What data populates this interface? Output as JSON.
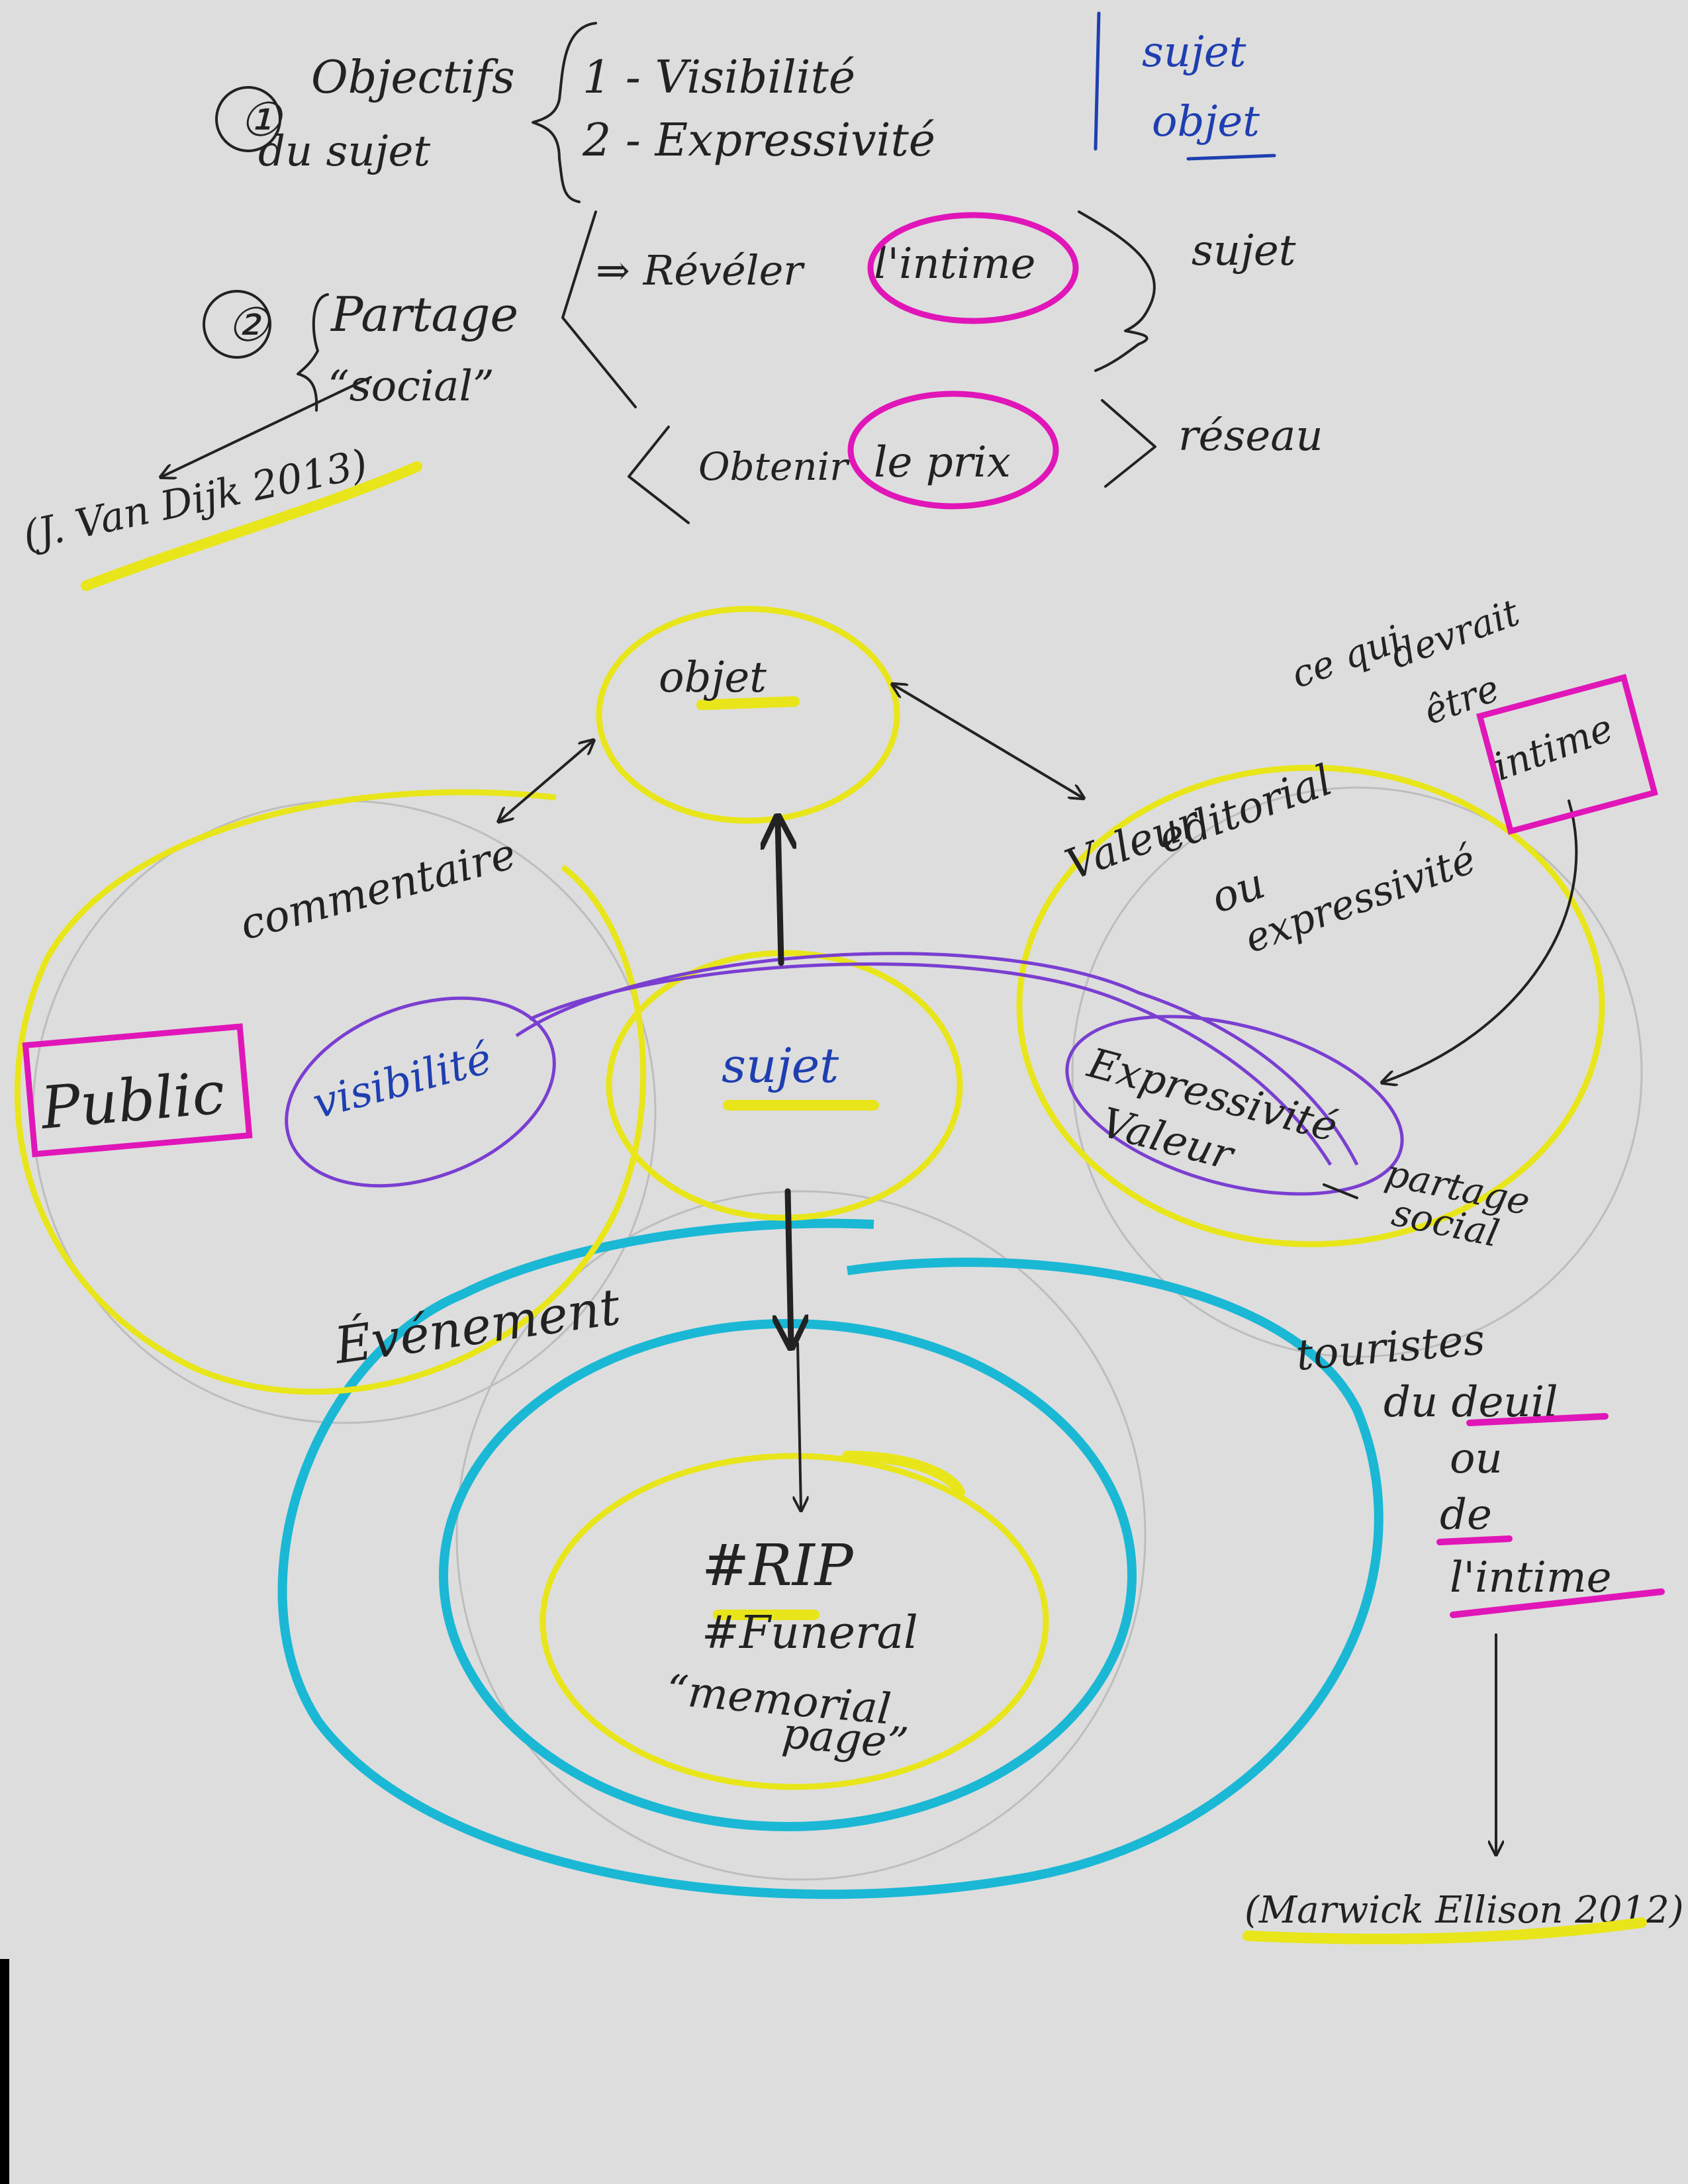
{
  "header": {
    "n1": "①",
    "objectifs_line1": "Objectifs",
    "objectifs_line2": "du sujet",
    "item1": "1 - Visibilité",
    "item2": "2 - Expressivité",
    "side_sujet": "sujet",
    "side_objet": "objet",
    "n2": "②",
    "partage": "Partage",
    "social": "“social”",
    "reveler": "⇒ Révéler",
    "intime": "l'intime",
    "sujet_right": "sujet",
    "obtenir": "Obtenir",
    "le_prix": "le prix",
    "reseau": "réseau",
    "citation_van_dijk": "(J. Van Dijk 2013)"
  },
  "diagram": {
    "objet": "objet",
    "sujet": "sujet",
    "commentaire": "commentaire",
    "public": "Public",
    "visibilite": "visibilité",
    "valeur_editorial_1": "Valeur",
    "valeur_editorial_2": "editorial",
    "valeur_editorial_3": "ou",
    "valeur_editorial_4": "expressivité",
    "ce_qui_1": "ce qui",
    "ce_qui_2": "devrait",
    "ce_qui_3": "être",
    "intime_box": "intime",
    "expressivite": "Expressivité",
    "valeur": "Valeur",
    "partage_social_1": "partage",
    "partage_social_2": "social",
    "evenement": "Événement",
    "rip": "#RIP",
    "funeral": "#Funeral",
    "memorial_1": "“memorial",
    "memorial_2": "page”",
    "touristes_1": "touristes",
    "touristes_2": "du deuil",
    "touristes_3": "ou",
    "touristes_4": "de",
    "touristes_5": "l'intime",
    "citation_marwick": "(Marwick Ellison 2012)"
  },
  "colors": {
    "paper": "#dddddd",
    "ink": "#222222",
    "yellow_highlighter": "#e8e61a",
    "magenta_marker": "#e016b8",
    "cyan_marker": "#1bb8d6",
    "purple_pen": "#7a3fd0",
    "blue_pen": "#1f3fb0"
  }
}
